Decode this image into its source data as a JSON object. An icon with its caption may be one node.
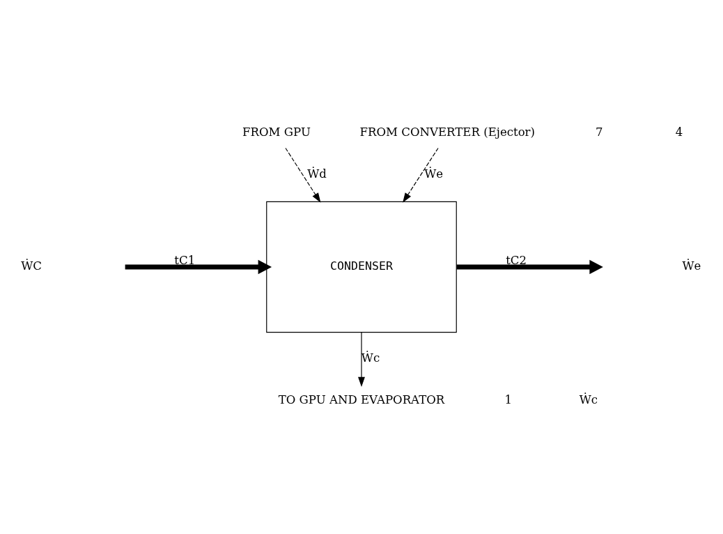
{
  "diagram": {
    "nodes": [
      {
        "text": [
          "FROM GPU"
        ]
      },
      {
        "text": [
          "FROM CONVERTER (Ejector)"
        ]
      },
      {
        "text": [
          "CONDENSER"
        ]
      },
      {
        "text": [
          "TO GPU AND EVAPORATOR"
        ]
      }
    ],
    "edges": [
      {
        "from": 0,
        "to": 2,
        "arrow": "to",
        "style": "dashed",
        "label": "Ẇd"
      },
      {
        "from": 1,
        "to": 2,
        "arrow": "to",
        "style": "dashed",
        "label": "Ẇe"
      },
      {
        "from": null,
        "to": 2,
        "arrow": "to",
        "style": "thick",
        "label": "tC1"
      },
      {
        "from": 2,
        "to": null,
        "arrow": "to",
        "style": "thick",
        "label": "tC2"
      },
      {
        "from": 2,
        "to": 3,
        "arrow": "to",
        "label": "Ẇc"
      }
    ],
    "labels": [
      "7",
      "4",
      "ẆC",
      "1",
      "Ẇe",
      "Ẇc"
    ]
  }
}
